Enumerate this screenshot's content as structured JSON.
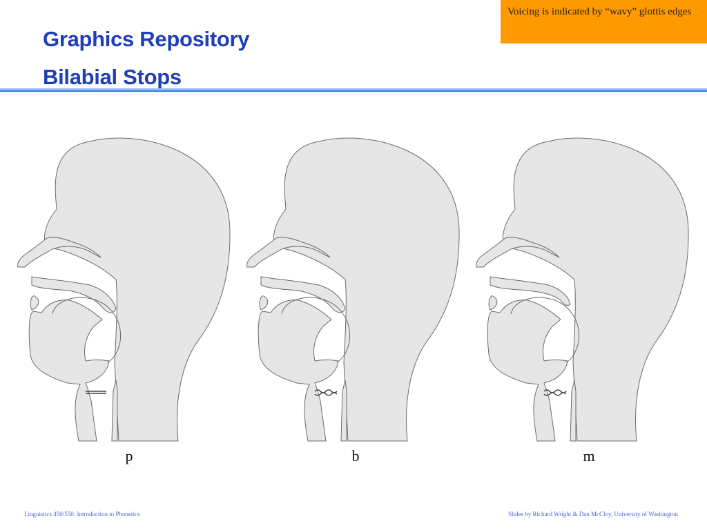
{
  "header": {
    "title": "Graphics Repository",
    "subtitle": "Bilabial Stops"
  },
  "note": {
    "text": "Voicing is indicated by “wavy” glottis edges",
    "color": "#ff9900"
  },
  "diagrams": [
    {
      "label": "p",
      "glottis": "straight"
    },
    {
      "label": "b",
      "glottis": "wavy"
    },
    {
      "label": "m",
      "glottis": "wavy"
    }
  ],
  "footer": {
    "left": "Linguistics 450/550: Introduction to Phonetics",
    "right": "Slides by Richard Wright & Dan McCloy, University of Washington"
  },
  "colors": {
    "title": "#1f3fb5",
    "rule": "#2f7fd6",
    "tissue_fill": "#e6e6e6",
    "tissue_stroke": "#6a6a6a"
  }
}
